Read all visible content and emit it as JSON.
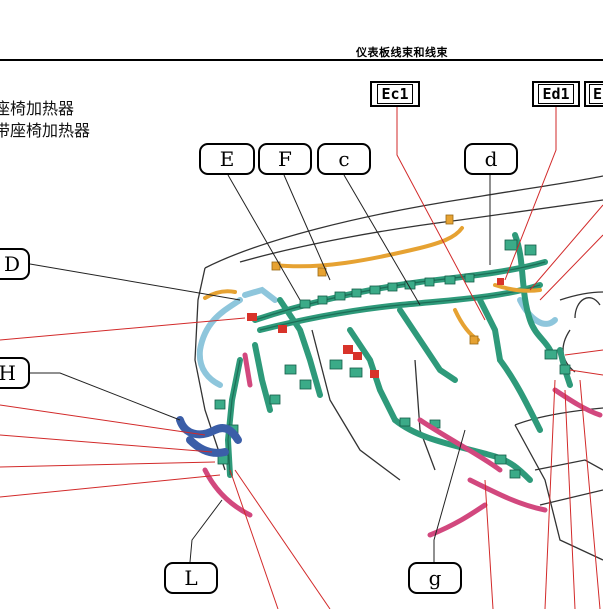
{
  "header": {
    "title": "仪表板线束和线束"
  },
  "legend": {
    "line1": "座椅加热器",
    "line2": "带座椅加热器"
  },
  "callouts": {
    "E": "E",
    "F": "F",
    "c": "c",
    "d": "d",
    "D": "D",
    "H": "H",
    "L": "L",
    "g": "g"
  },
  "connector_tags": {
    "Ec1": "Ec1",
    "Ed1": "Ed1",
    "E_partial": "E"
  },
  "colors": {
    "harness_green": "#2e9a7a",
    "harness_green_dark": "#1d6e57",
    "harness_blue": "#8ec6dc",
    "harness_navy": "#3b5ea8",
    "harness_orange": "#e6a232",
    "harness_pink": "#d2487e",
    "connector_red": "#d8332a",
    "leader_red": "#d22a2a",
    "outline": "#222222"
  }
}
